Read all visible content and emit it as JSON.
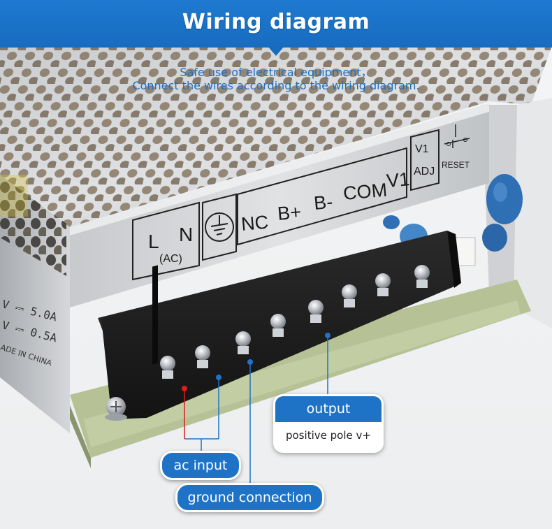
{
  "header": {
    "title": "Wiring diagram"
  },
  "subtitle": {
    "line1": "Safe use of electrical equipment，",
    "line2": "Connect the wires according to the wiring diagram."
  },
  "panel_labels": {
    "ac_group": [
      "L",
      "N",
      "(AC)"
    ],
    "ground_symbol": "earth-ground",
    "outputs": [
      "NC",
      "B+",
      "B-",
      "COM",
      "V1"
    ],
    "adjust": [
      "V1",
      "ADJ"
    ],
    "reset": "RESET"
  },
  "side_label": {
    "line1": "V ⎓ 5.0A",
    "line2": "V ⎓ 0.5A",
    "line3": "ADE IN CHINA"
  },
  "callouts": {
    "ac_input": "ac input",
    "ground_connection": "ground connection",
    "output_title": "output",
    "output_desc": "positive pole v+"
  },
  "colors": {
    "accent_blue": "#1f73c7",
    "header_blue": "#1e7ad0",
    "ac_marker_red": "#e01c1c",
    "terminal_black": "#1b1a1a",
    "pcb_green": "#b9c59a"
  }
}
